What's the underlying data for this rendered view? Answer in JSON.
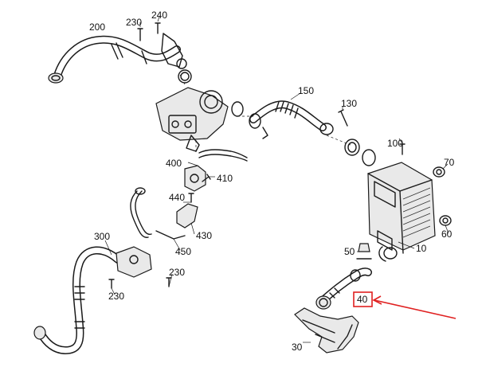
{
  "diagram": {
    "callouts": {
      "c200": "200",
      "c230a": "230",
      "c240": "240",
      "c150": "150",
      "c130": "130",
      "c100": "100",
      "c70": "70",
      "c400": "400",
      "c410": "410",
      "c440": "440",
      "c430": "430",
      "c450": "450",
      "c300": "300",
      "c230b": "230",
      "c230c": "230",
      "c50": "50",
      "c10": "10",
      "c60": "60",
      "c40": "40",
      "c30": "30"
    },
    "highlight": {
      "target": "40",
      "color": "#e02020"
    }
  }
}
